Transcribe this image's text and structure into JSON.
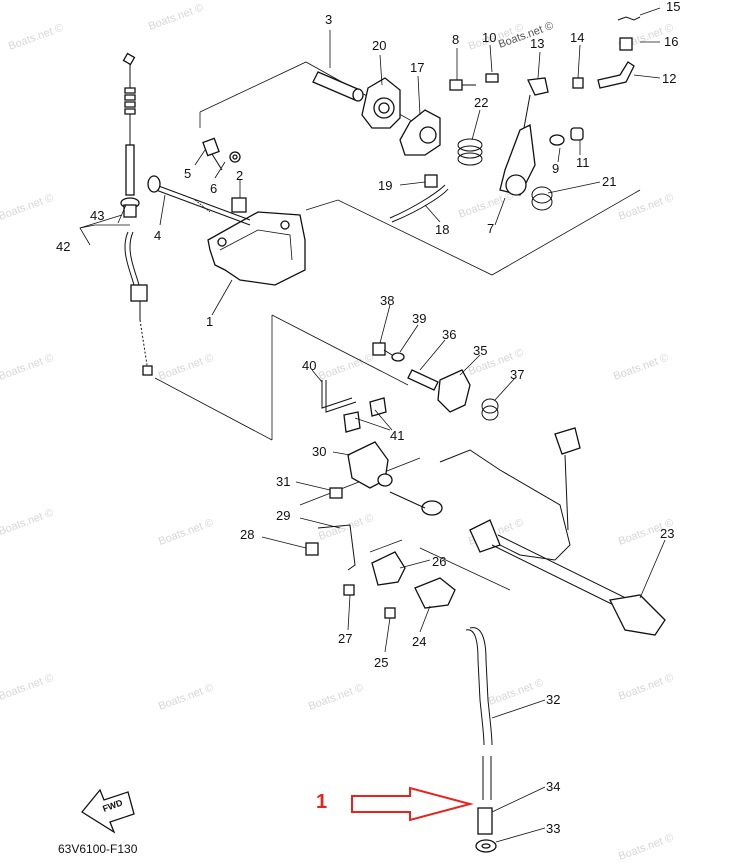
{
  "watermark": "Boats.net ©",
  "diagram_code": "63V6100-F130",
  "fwd_label": "FWD",
  "callout": {
    "label": "1",
    "color": "#e8231e"
  },
  "part_numbers": [
    "1",
    "2",
    "3",
    "4",
    "5",
    "6",
    "7",
    "8",
    "9",
    "10",
    "11",
    "12",
    "13",
    "14",
    "15",
    "16",
    "17",
    "18",
    "19",
    "20",
    "21",
    "22",
    "23",
    "24",
    "25",
    "26",
    "27",
    "28",
    "29",
    "30",
    "31",
    "32",
    "33",
    "34",
    "35",
    "36",
    "37",
    "38",
    "39",
    "40",
    "41",
    "42",
    "43"
  ]
}
